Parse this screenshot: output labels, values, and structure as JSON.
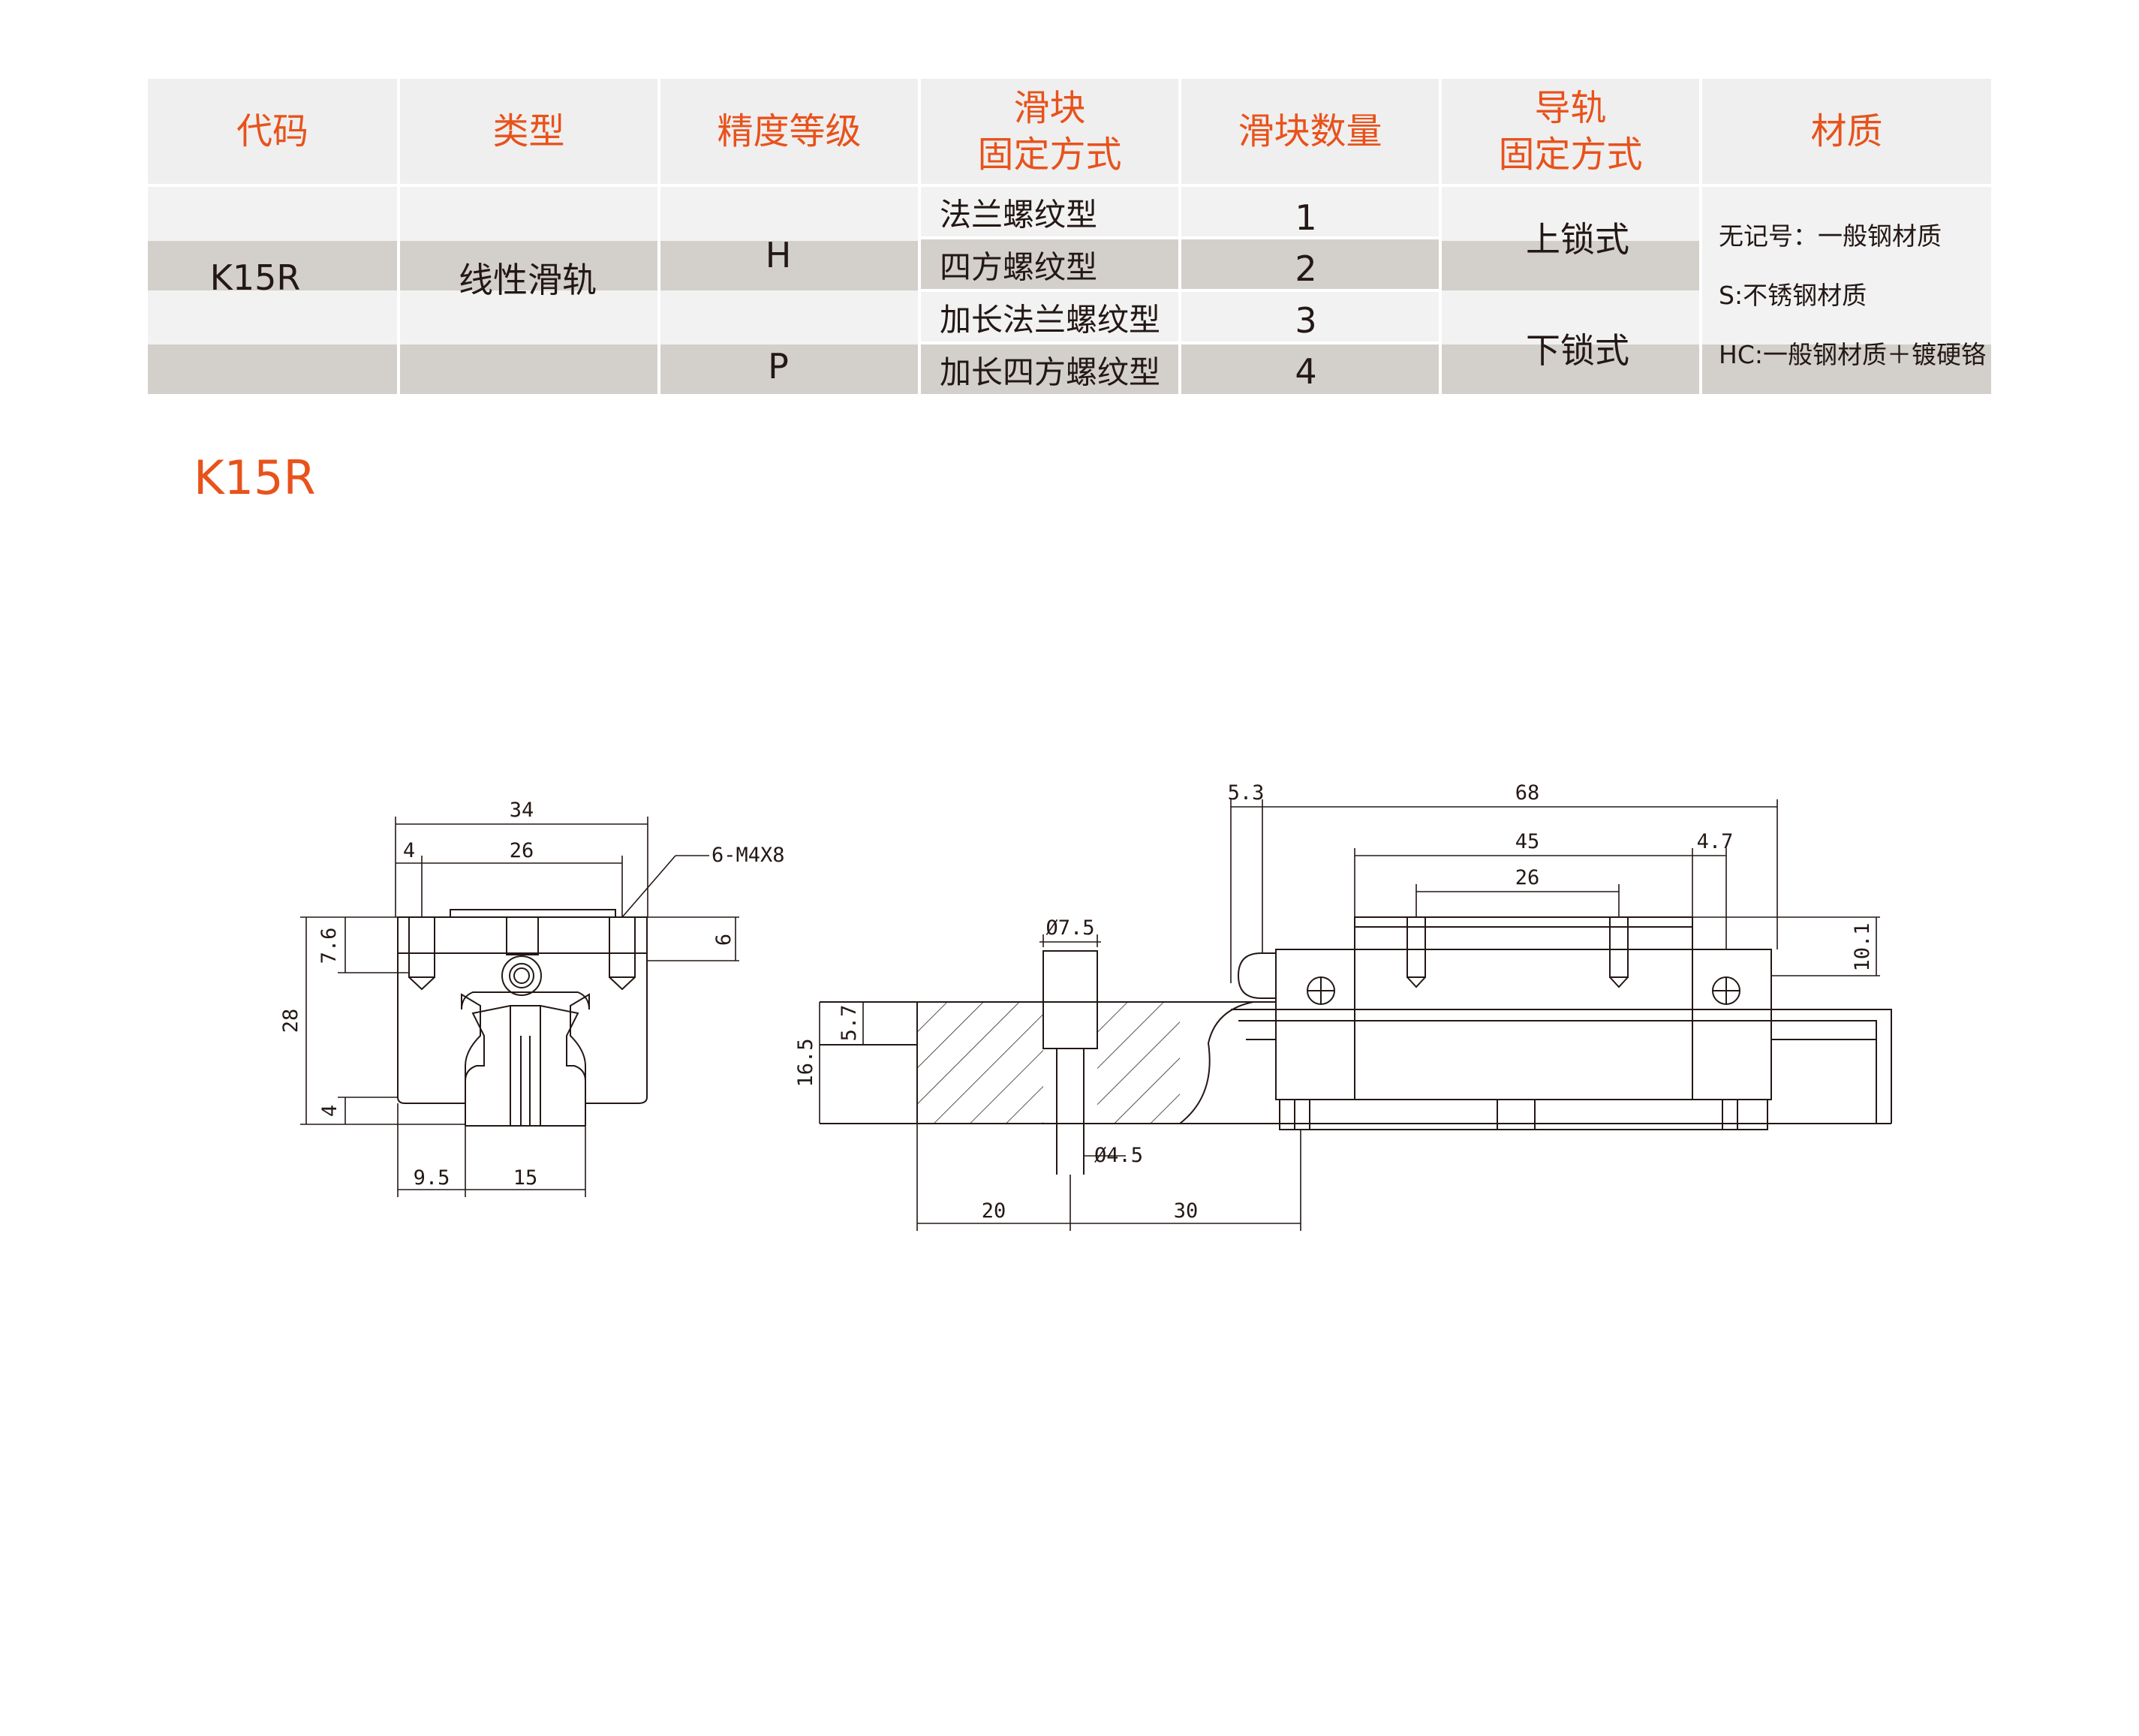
{
  "table": {
    "headers": [
      "代码",
      "类型",
      "精度等级",
      "滑块\n固定方式",
      "滑块数量",
      "导轨\n固定方式",
      "材质"
    ],
    "code": "K15R",
    "type": "线性滑轨",
    "precision": [
      "H",
      "P"
    ],
    "block_mounting": [
      "法兰螺纹型",
      "四方螺纹型",
      "加长法兰螺纹型",
      "加长四方螺纹型"
    ],
    "block_count": [
      "1",
      "2",
      "3",
      "4"
    ],
    "rail_mounting": [
      "上锁式",
      "下锁式"
    ],
    "material": [
      "无记号：一般钢材质",
      "S:不锈钢材质",
      "HC:一般钢材质＋镀硬铬"
    ]
  },
  "section_title": "K15R",
  "drawing": {
    "front_view": {
      "dims": {
        "width_total": "34",
        "hole_pitch": "26",
        "hole_offset": "4",
        "thread_note": "6-M4X8",
        "flange_height": "7.6",
        "thread_depth": "6",
        "total_height": "28",
        "base_gap": "4",
        "rail_offset": "9.5",
        "rail_width": "15"
      }
    },
    "side_view": {
      "dims": {
        "seal_length": "5.3",
        "block_length": "68",
        "body_length": "45",
        "end_offset": "4.7",
        "hole_pitch": "26",
        "block_top_height": "10.1",
        "counterbore_dia": "Ø7.5",
        "counterbore_depth": "5.7",
        "rail_height": "16.5",
        "hole_dia": "Ø4.5",
        "rail_hole_start": "20",
        "rail_hole_pitch": "30"
      }
    }
  }
}
